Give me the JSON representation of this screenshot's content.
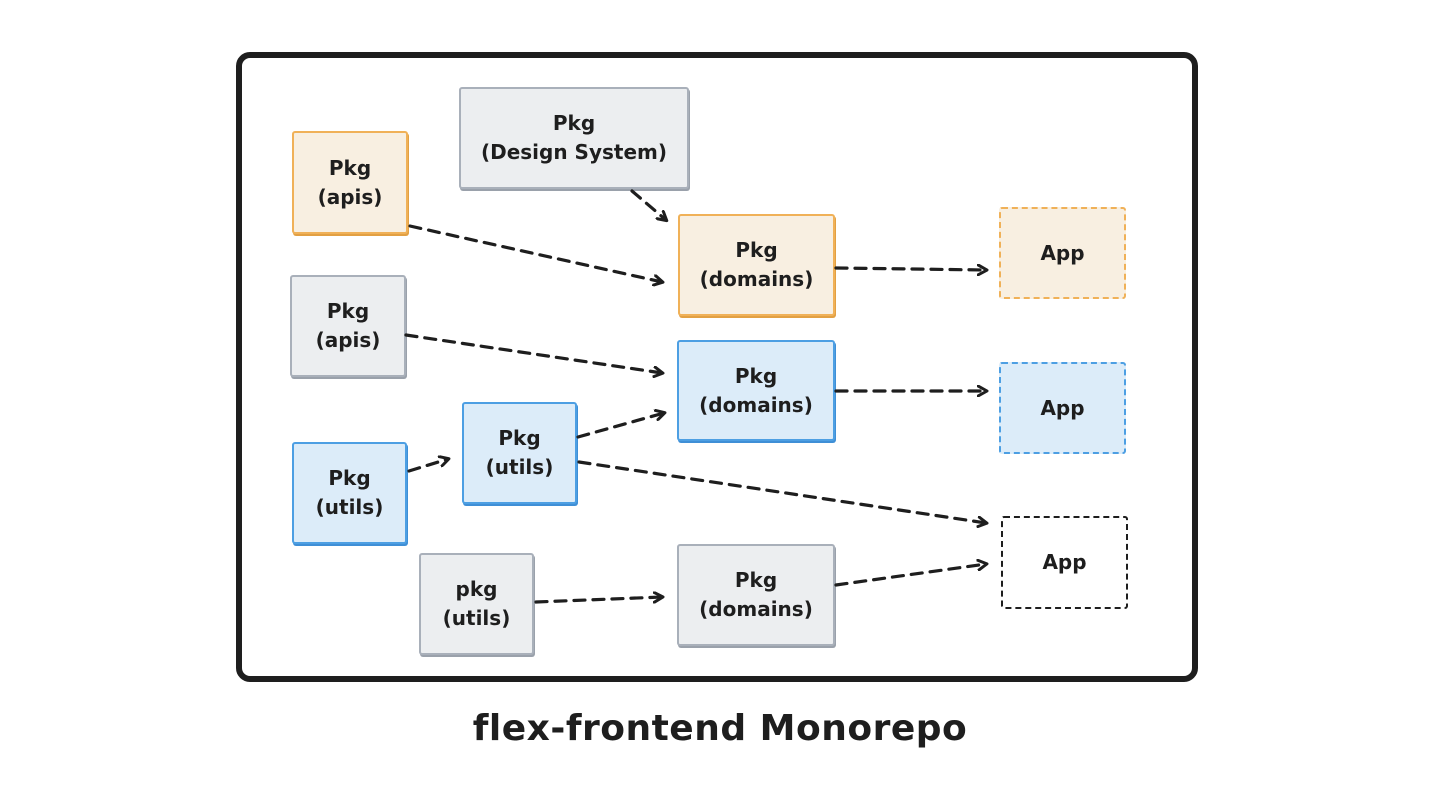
{
  "nodes": [
    {
      "id": "apis-orange",
      "line1": "Pkg",
      "line2": "(apis)",
      "color": "#f0b158"
    },
    {
      "id": "design-system",
      "line1": "Pkg",
      "line2": "(Design System)",
      "color": "#a9b0ba"
    },
    {
      "id": "apis-gray",
      "line1": "Pkg",
      "line2": "(apis)",
      "color": "#a9b0ba"
    },
    {
      "id": "utils-blue-left",
      "line1": "Pkg",
      "line2": "(utils)",
      "color": "#4d9fe3"
    },
    {
      "id": "utils-blue-mid",
      "line1": "Pkg",
      "line2": "(utils)",
      "color": "#4d9fe3"
    },
    {
      "id": "utils-gray",
      "line1": "pkg",
      "line2": "(utils)",
      "color": "#a9b0ba"
    },
    {
      "id": "domains-orange",
      "line1": "Pkg",
      "line2": "(domains)",
      "color": "#f0b158"
    },
    {
      "id": "domains-blue",
      "line1": "Pkg",
      "line2": "(domains)",
      "color": "#4d9fe3"
    },
    {
      "id": "domains-gray",
      "line1": "Pkg",
      "line2": "(domains)",
      "color": "#a9b0ba"
    },
    {
      "id": "app-orange",
      "label": "App",
      "color": "#f0b158"
    },
    {
      "id": "app-blue",
      "label": "App",
      "color": "#4d9fe3"
    },
    {
      "id": "app-white",
      "label": "App",
      "color": "#1e1e1e"
    }
  ],
  "edges": [
    {
      "from": "apis-orange",
      "to": "domains-orange"
    },
    {
      "from": "design-system",
      "to": "domains-orange"
    },
    {
      "from": "apis-gray",
      "to": "domains-blue"
    },
    {
      "from": "utils-blue-left",
      "to": "utils-blue-mid"
    },
    {
      "from": "utils-blue-mid",
      "to": "domains-blue"
    },
    {
      "from": "utils-blue-mid",
      "to": "app-white"
    },
    {
      "from": "utils-gray",
      "to": "domains-gray"
    },
    {
      "from": "domains-orange",
      "to": "app-orange"
    },
    {
      "from": "domains-blue",
      "to": "app-blue"
    },
    {
      "from": "domains-gray",
      "to": "app-white"
    }
  ],
  "caption": "flex-frontend Monorepo"
}
